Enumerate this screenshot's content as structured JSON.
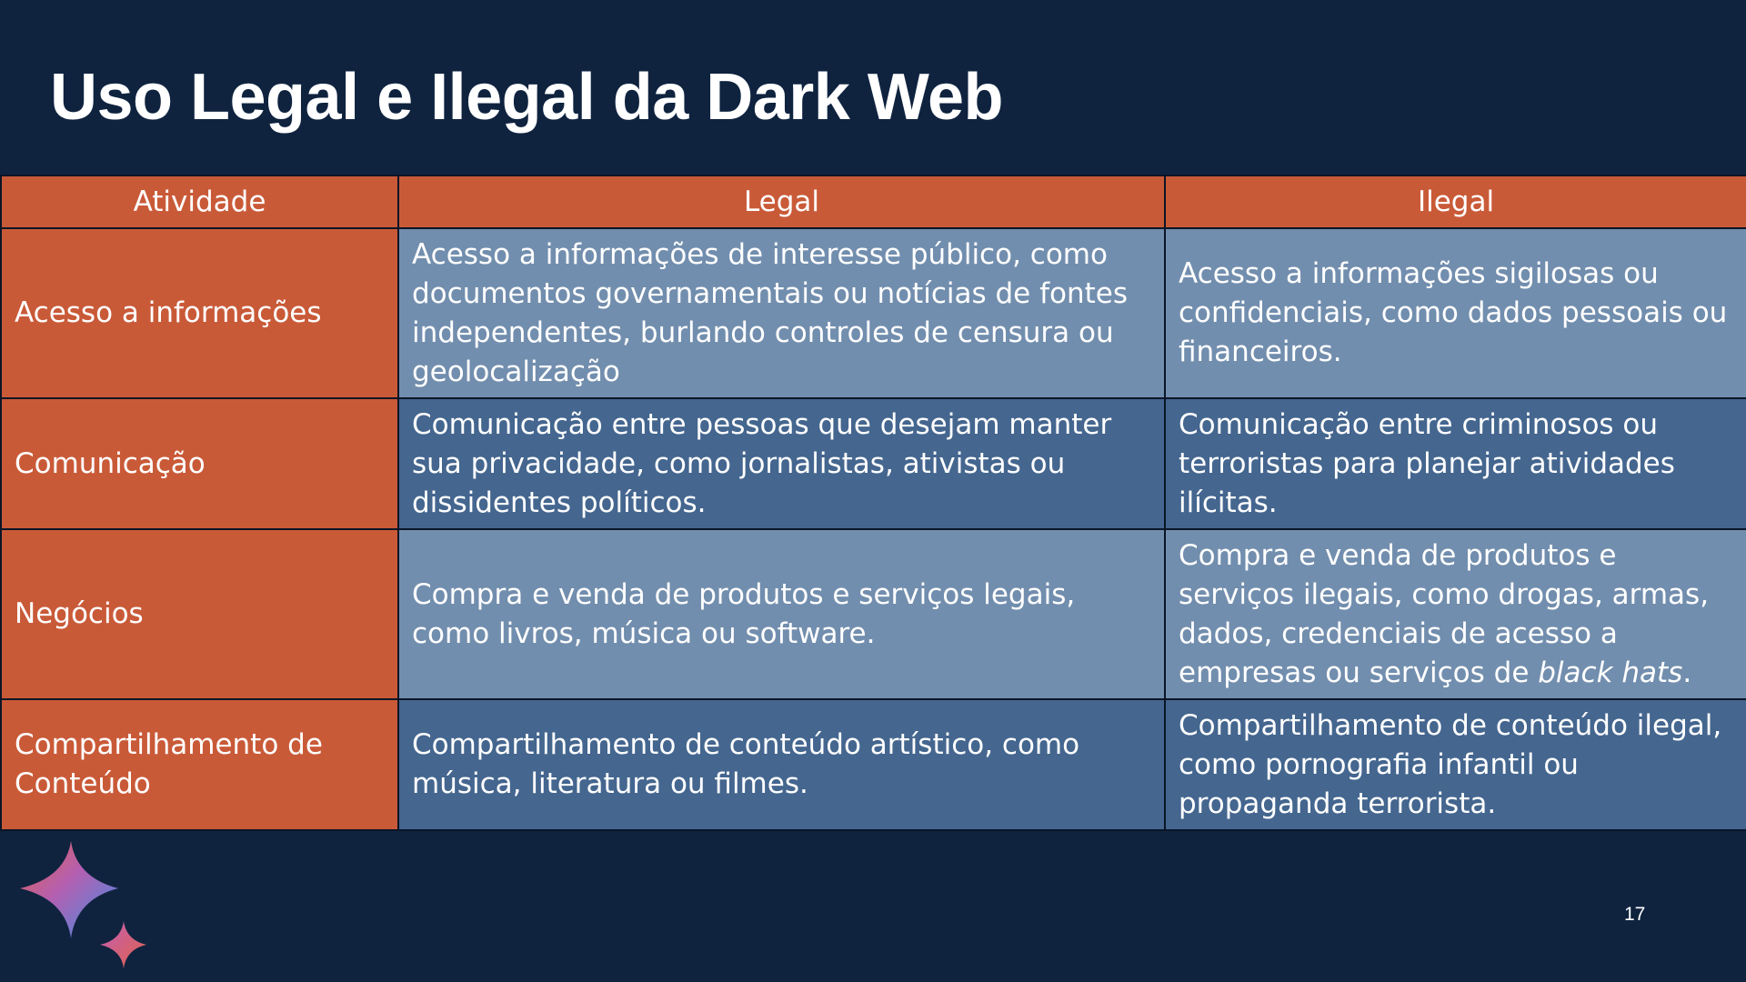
{
  "slide": {
    "title": "Uso Legal e Ilegal da Dark Web",
    "page_number": "17"
  },
  "table": {
    "headers": [
      "Atividade",
      "Legal",
      "Ilegal"
    ],
    "rows": [
      {
        "activity": "Acesso a informações",
        "legal": "Acesso a informações de interesse público, como documentos governamentais ou notícias de fontes independentes, burlando controles de censura ou geolocalização",
        "illegal": "Acesso a informações sigilosas ou confidenciais, como dados pessoais ou financeiros."
      },
      {
        "activity": "Comunicação",
        "legal": "Comunicação entre pessoas que desejam manter sua privacidade, como jornalistas, ativistas ou dissidentes políticos.",
        "illegal": "Comunicação entre criminosos ou terroristas para planejar atividades ilícitas."
      },
      {
        "activity": "Negócios",
        "legal": "Compra e venda de produtos e serviços legais, como livros, música ou software.",
        "illegal_prefix": "Compra e venda de produtos e serviços ilegais, como drogas, armas, dados, credenciais de acesso a empresas ou serviços de ",
        "illegal_emphasis": "black hats",
        "illegal_suffix": "."
      },
      {
        "activity": "Compartilhamento de Conteúdo",
        "legal": "Compartilhamento de conteúdo artístico, como música, literatura ou filmes.",
        "illegal": "Compartilhamento de conteúdo ilegal, como pornografia infantil ou propaganda terrorista."
      }
    ]
  },
  "colors": {
    "background": "#0f233f",
    "activity_cell": "#c95a38",
    "light_row": "#728eae",
    "dark_row": "#44668f"
  },
  "icons": {
    "logo": "sparkle-icon"
  }
}
